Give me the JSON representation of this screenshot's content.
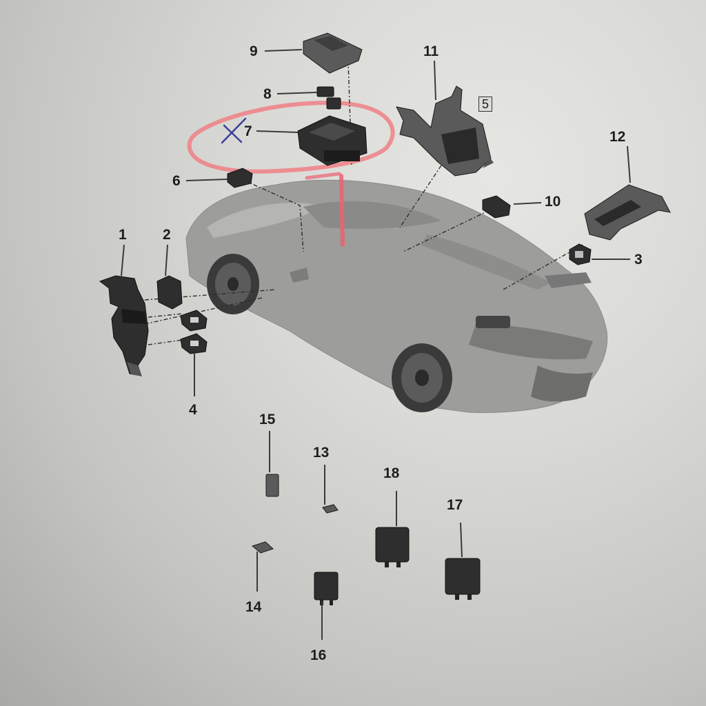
{
  "labels": {
    "l1": "1",
    "l2": "2",
    "l3": "3",
    "l4": "4",
    "l5": "5",
    "l6": "6",
    "l7": "7",
    "l8": "8",
    "l9": "9",
    "l10": "10",
    "l11": "11",
    "l12": "12",
    "l13": "13",
    "l14": "14",
    "l15": "15",
    "l16": "16",
    "l17": "17",
    "l18": "18"
  },
  "annotations": {
    "circle_color": "#f07a80",
    "marker_line_color": "#ee6070",
    "cross_color": "#3a3f9a"
  },
  "colors": {
    "part": "#2e2e2e",
    "car": "#9d9d9b"
  }
}
